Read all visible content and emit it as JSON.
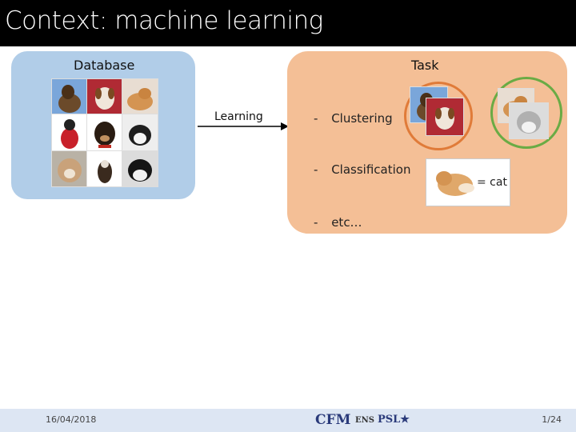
{
  "slide": {
    "title": "Context: machine learning"
  },
  "database": {
    "heading": "Database"
  },
  "task": {
    "heading": "Task",
    "items": [
      {
        "bullet": "-",
        "label": "Clustering"
      },
      {
        "bullet": "-",
        "label": "Classification"
      },
      {
        "bullet": "-",
        "label": "etc…"
      }
    ],
    "classification_result": "= cat"
  },
  "arrow": {
    "label": "Learning"
  },
  "footer": {
    "date": "16/04/2018",
    "page": "1/24",
    "logo_cfm": "CFM",
    "logo_ens": "ENS",
    "logo_psl": "PSL★"
  },
  "colors": {
    "title_bg": "#000000",
    "database_panel": "#b1cde8",
    "task_panel": "#f4bf96",
    "cluster_dogs_ring": "#e07b39",
    "cluster_cats_ring": "#6aab45",
    "footer_bg": "#dde6f3"
  }
}
